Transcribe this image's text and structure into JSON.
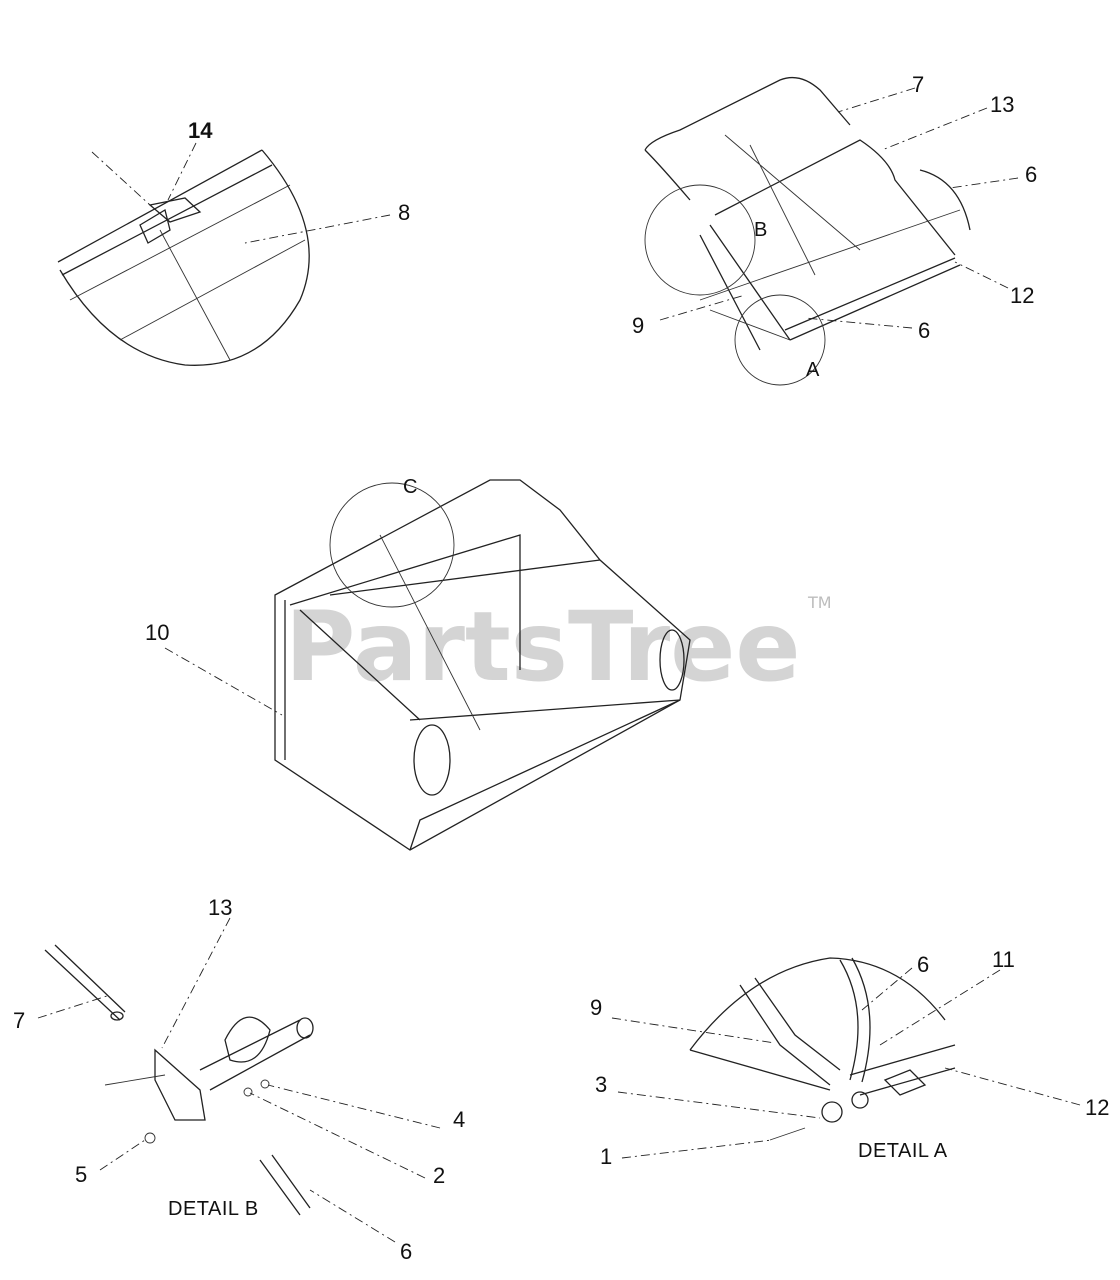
{
  "watermark": {
    "text": "PartsTree",
    "trademark": "TM"
  },
  "views": {
    "view_c": {
      "callouts": {
        "p14": "14",
        "p8": "8"
      }
    },
    "main_assembly": {
      "callouts": {
        "p7": "7",
        "p13": "13",
        "p6a": "6",
        "p12": "12",
        "p9": "9",
        "p6b": "6"
      },
      "detail_markers": {
        "a": "A",
        "b": "B"
      }
    },
    "bag_assembly": {
      "callouts": {
        "p10": "10"
      },
      "detail_markers": {
        "c": "C"
      }
    },
    "detail_b": {
      "caption": "DETAIL B",
      "callouts": {
        "p13": "13",
        "p7": "7",
        "p4": "4",
        "p2": "2",
        "p5": "5",
        "p6": "6"
      }
    },
    "detail_a": {
      "caption": "DETAIL A",
      "callouts": {
        "p9": "9",
        "p6": "6",
        "p11": "11",
        "p3": "3",
        "p1": "1",
        "p12": "12"
      }
    }
  }
}
